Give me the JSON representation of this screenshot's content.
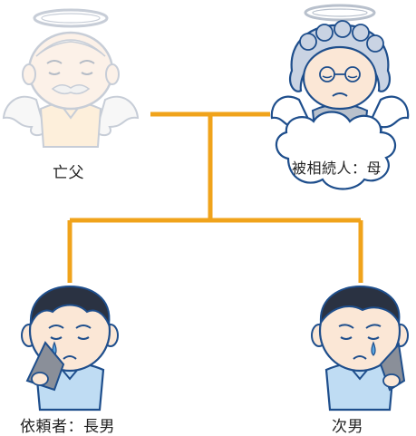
{
  "labels": {
    "father": "亡父",
    "mother": "被相続人：母",
    "eldest_son": "依頼者：長男",
    "second_son": "次男"
  },
  "colors": {
    "connector": "#F0A31B",
    "outline_ghost": "#b7b7b7",
    "outline": "#1e4e8c",
    "skin": "#fbe7d6",
    "hair_dark": "#2a3242",
    "shirt_blue": "#bfdcf3",
    "shirt_peach": "#fde2bf",
    "cloud": "#ffffff",
    "wings": "#ffffff"
  }
}
